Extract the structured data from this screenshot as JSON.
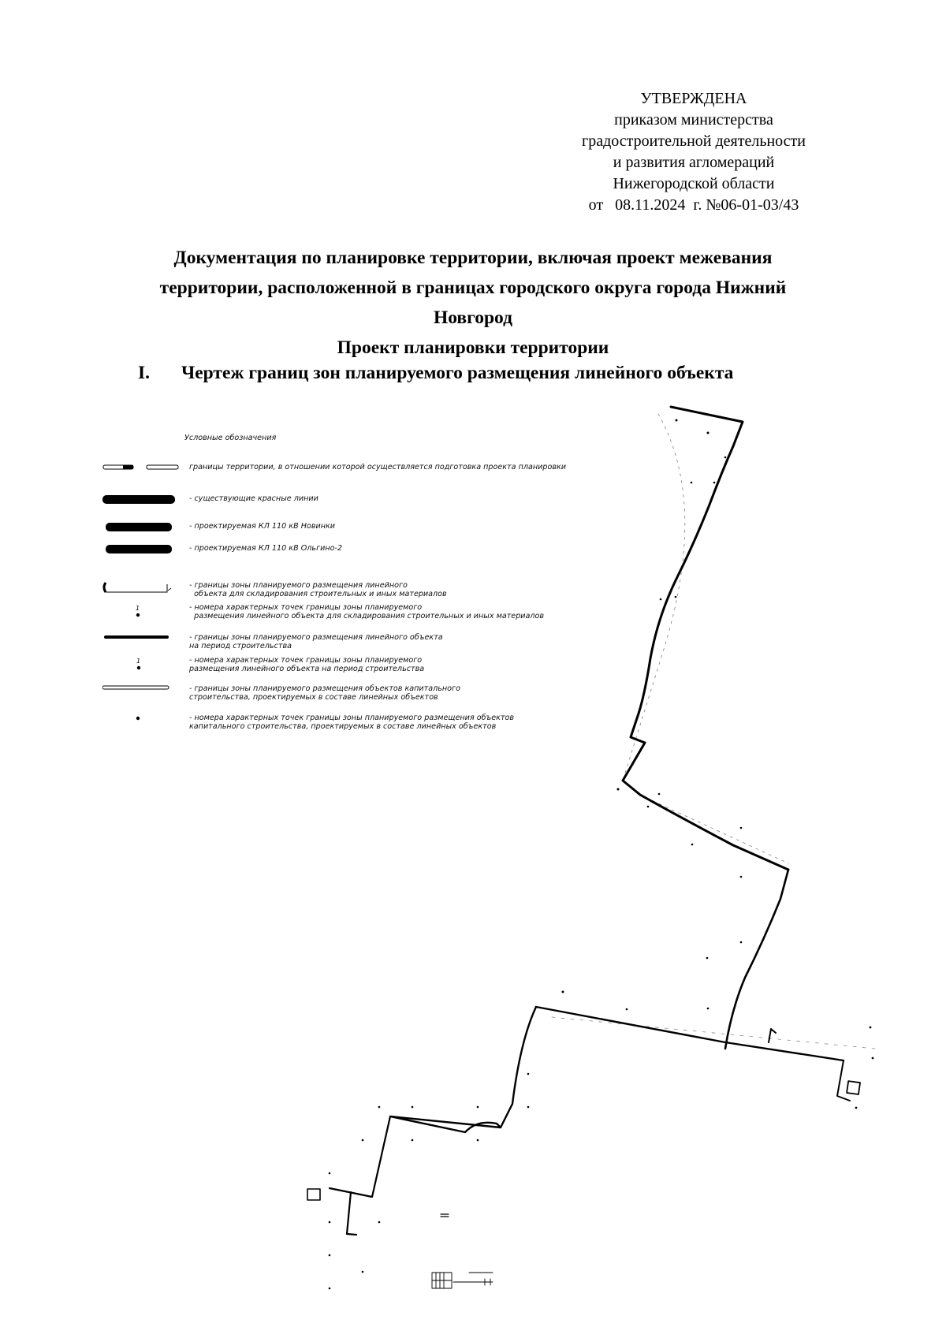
{
  "approval": {
    "heading": "УТВЕРЖДЕНА",
    "line1": "приказом министерства",
    "line2": "градостроительной деятельности",
    "line3": "и развития агломераций",
    "line4": "Нижегородской области",
    "date_line": "от   08.11.2024  г. №06-01-03/43"
  },
  "title": {
    "line1": "Документация по планировке территории, включая проект межевания",
    "line2": "территории, расположенной в границах городского округа города Нижний",
    "line3": "Новгород",
    "subtitle": "Проект планировки территории"
  },
  "section": {
    "number": "I.",
    "heading": "Чертеж границ зон планируемого размещения линейного объекта"
  },
  "legend": {
    "title": "Условные обозначения",
    "items": [
      {
        "symbol": "double-line-boundary",
        "text": "границы территории, в отношении которой осуществляется подготовка проекта планировки"
      },
      {
        "symbol": "thick-black-line",
        "text": "- существующие красные линии"
      },
      {
        "symbol": "thick-black-line",
        "text": "- проектируемая КЛ 110 кВ Новинки"
      },
      {
        "symbol": "thick-black-line",
        "text": "- проектируемая КЛ 110 кВ Ольгино-2"
      },
      {
        "symbol": "bracket-boundary",
        "text": "- границы зоны планируемого размещения линейного\n  объекта для складирования строительных и иных материалов"
      },
      {
        "symbol": "numbered-point",
        "label": "1",
        "text": "- номера характерных точек границы зоны планируемого\n  размещения линейного объекта для складирования строительных и иных материалов"
      },
      {
        "symbol": "solid-line",
        "text": "- границы зоны планируемого размещения линейного объекта\nна период строительства"
      },
      {
        "symbol": "numbered-point",
        "label": "1",
        "text": "- номера характерных точек границы зоны планируемого\nразмещения линейного объекта на период строительства"
      },
      {
        "symbol": "hollow-double-line",
        "text": "- границы зоны планируемого размещения объектов капитального\nстроительства, проектируемых в составе линейных объектов"
      },
      {
        "symbol": "dot",
        "text": "- номера характерных точек границы зоны планируемого размещения объектов\nкапитального строительства, проектируемых в составе линейных объектов"
      }
    ]
  },
  "map": {
    "line_color": "#000000",
    "background": "#ffffff"
  }
}
